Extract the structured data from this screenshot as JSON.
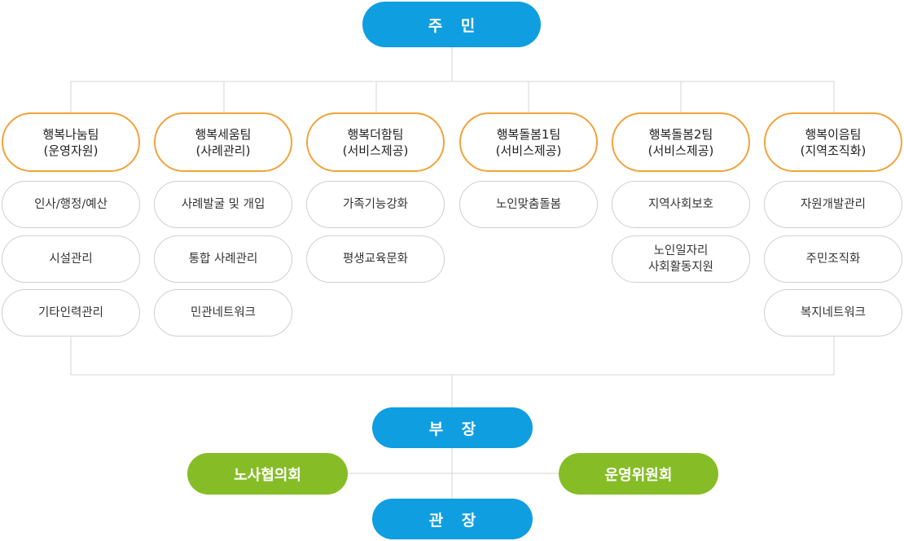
{
  "top": {
    "label": "주 민"
  },
  "teams": [
    {
      "name": "행복나눔팀\n(운영자원)",
      "items": [
        "인사/행정/예산",
        "시설관리",
        "기타인력관리"
      ]
    },
    {
      "name": "행복세움팀\n(사례관리)",
      "items": [
        "사례발굴 및 개입",
        "통합 사례관리",
        "민관네트워크"
      ]
    },
    {
      "name": "행복더함팀\n(서비스제공)",
      "items": [
        "가족기능강화",
        "평생교육문화"
      ]
    },
    {
      "name": "행복돌봄1팀\n(서비스제공)",
      "items": [
        "노인맞춤돌봄"
      ]
    },
    {
      "name": "행복돌봄2팀\n(서비스제공)",
      "items": [
        "지역사회보호",
        "노인일자리\n사회활동지원"
      ]
    },
    {
      "name": "행복이음팀\n(지역조직화)",
      "items": [
        "자원개발관리",
        "주민조직화",
        "복지네트워크"
      ]
    }
  ],
  "bottom": {
    "deputy": "부 장",
    "director": "관 장",
    "left_committee": "노사협의회",
    "right_committee": "운영위원회"
  },
  "colors": {
    "blue": "#0f9ee0",
    "green": "#86bd27",
    "team_border": "#f2a23a",
    "item_border": "#cfcfcf",
    "line": "#d6d6d6"
  }
}
